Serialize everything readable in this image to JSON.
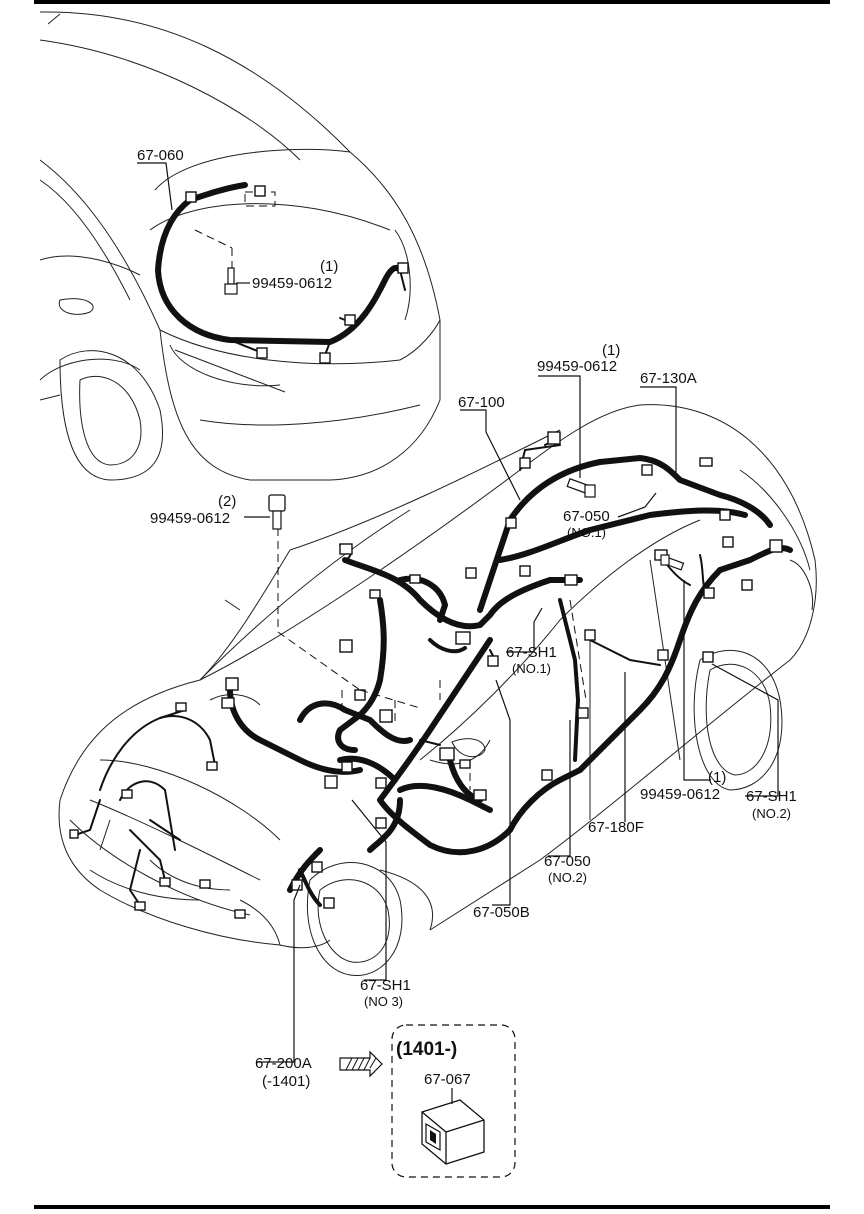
{
  "callouts": {
    "c67_060": "67-060",
    "bolt_top_qty": "(1)",
    "bolt_top": "99459-0612",
    "bolt_roof_qty": "(1)",
    "bolt_roof": "99459-0612",
    "c67_130a": "67-130A",
    "c67_100": "67-100",
    "c67_050": "67-050",
    "no1": "(NO.1)",
    "bolt_left_qty": "(2)",
    "bolt_left": "99459-0612",
    "c67_sh1_a": "67-SH1",
    "no1_b": "(NO.1)",
    "bolt_right_qty": "(1)",
    "bolt_right": "99459-0612",
    "c67_sh1_b": "67-SH1",
    "no2": "(NO.2)",
    "c67_180f": "67-180F",
    "c67_050_b": "67-050",
    "no2_b": "(NO.2)",
    "c67_050b": "67-050B",
    "c67_sh1_c": "67-SH1",
    "no3": "(NO 3)",
    "c67_200a": "67-200A",
    "c67_200a_range": "(-1401)",
    "inset_range": "(1401-)",
    "c67_067": "67-067"
  }
}
